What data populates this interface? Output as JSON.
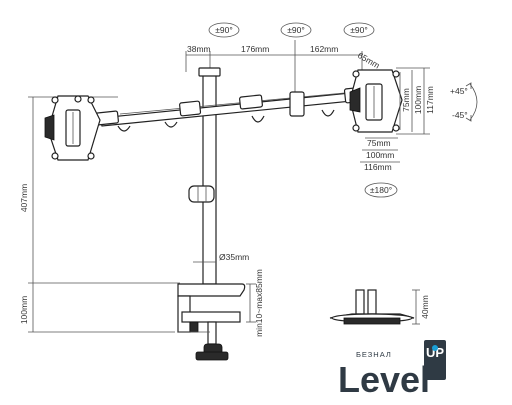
{
  "rotations": {
    "left": "±90°",
    "middle": "±90°",
    "right": "±90°",
    "swivel": "±180°",
    "tilt_up": "+45°",
    "tilt_down": "-45°"
  },
  "dimensions": {
    "arm_first": "38mm",
    "arm_second": "176mm",
    "arm_third": "162mm",
    "arm_tip": "65mm",
    "height_total": "407mm",
    "clamp_height": "100mm",
    "pole_diameter": "Ø35mm",
    "desk_thickness": "min10~max85mm",
    "grommet_height": "40mm"
  },
  "vesa": {
    "v75": "75mm",
    "v100": "100mm",
    "v117": "117mm",
    "h75": "75mm",
    "h100": "100mm",
    "h116": "116mm"
  },
  "logo": {
    "small": "БЕЗНАЛ",
    "level": "Level",
    "up": "UP",
    "accent": "#1a9fd6"
  }
}
